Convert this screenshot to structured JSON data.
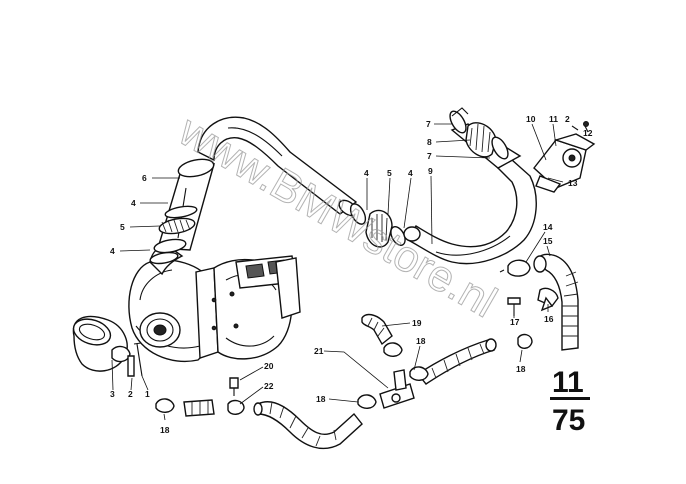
{
  "watermark": "www.BMWstore.nl",
  "page_number": {
    "top": "11",
    "bottom": "75"
  },
  "callouts": [
    "1",
    "2",
    "3",
    "4",
    "4",
    "4",
    "4",
    "5",
    "5",
    "6",
    "7",
    "7",
    "8",
    "9",
    "10",
    "11",
    "2",
    "12",
    "13",
    "14",
    "15",
    "16",
    "17",
    "18",
    "18",
    "18",
    "18",
    "19",
    "20",
    "21",
    "22"
  ]
}
